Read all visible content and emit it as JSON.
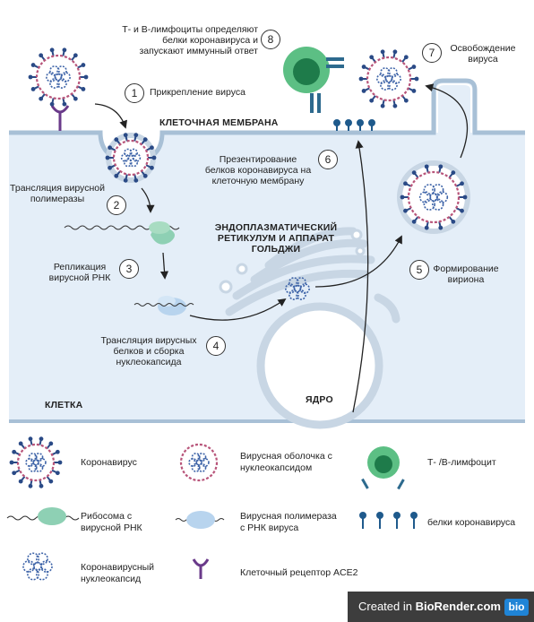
{
  "labels": {
    "membrane": "КЛЕТОЧНАЯ МЕМБРАНА",
    "cell": "КЛЕТКА",
    "nucleus": "ЯДРО",
    "er_line1": "ЭНДОПЛАЗМАТИЧЕСКИЙ",
    "er_line2": "РЕТИКУЛУМ И АППАРАТ",
    "er_line3": "ГОЛЬДЖИ"
  },
  "steps": [
    {
      "num": "1",
      "lines": [
        "Прикрепление вируса"
      ]
    },
    {
      "num": "2",
      "lines": [
        "Трансляция вирусной",
        "полимеразы"
      ]
    },
    {
      "num": "3",
      "lines": [
        "Репликация",
        "вирусной РНК"
      ]
    },
    {
      "num": "4",
      "lines": [
        "Трансляция вирусных",
        "белков и сборка",
        "нуклеокапсида"
      ]
    },
    {
      "num": "5",
      "lines": [
        "Формирование",
        "вириона"
      ]
    },
    {
      "num": "6",
      "lines": [
        "Презентирование",
        "белков коронавируса на",
        "клеточную мембрану"
      ]
    },
    {
      "num": "7",
      "lines": [
        "Освобождение",
        "вируса"
      ]
    },
    {
      "num": "8",
      "lines": [
        "Т- и В-лимфоциты определяют",
        "белки коронавируса и",
        "запускают иммунный ответ"
      ]
    }
  ],
  "legend": [
    {
      "icon": "coronavirus-icon",
      "lines": [
        "Коронавирус"
      ]
    },
    {
      "icon": "viral-envelope-icon",
      "lines": [
        "Вирусная оболочка с",
        "нуклеокапсидом"
      ]
    },
    {
      "icon": "lymphocyte-icon",
      "lines": [
        "Т- /В-лимфоцит"
      ]
    },
    {
      "icon": "ribosome-icon",
      "lines": [
        "Рибосома с",
        "вирусной РНК"
      ]
    },
    {
      "icon": "polymerase-icon",
      "lines": [
        "Вирусная полимераза",
        "с РНК вируса"
      ]
    },
    {
      "icon": "spike-protein-icon",
      "lines": [
        "белки коронавируса"
      ]
    },
    {
      "icon": "nucleocapsid-icon",
      "lines": [
        "Коронавирусный",
        "нуклеокапсид"
      ]
    },
    {
      "icon": "ace2-receptor-icon",
      "lines": [
        "Клеточный рецептор ACE2"
      ]
    }
  ],
  "badge": {
    "created_in": "Created in ",
    "brand": "BioRender.com",
    "logo": "bio"
  },
  "colors": {
    "cytoplasm": "#e4eef8",
    "membrane": "#a8c0d6",
    "virus_spike": "#2a4a86",
    "virus_ring": "#b8557a",
    "nucleocapsid": "#3e64a8",
    "ribosome": "#8ed0b4",
    "polymerase": "#b8d4ee",
    "lymphocyte": "#5cbf84",
    "lymphocyte_core": "#1e7b4a",
    "receptor": "#6a3a8a",
    "badge_bg": "#3d3d3d",
    "badge_logo": "#1f84d6"
  }
}
